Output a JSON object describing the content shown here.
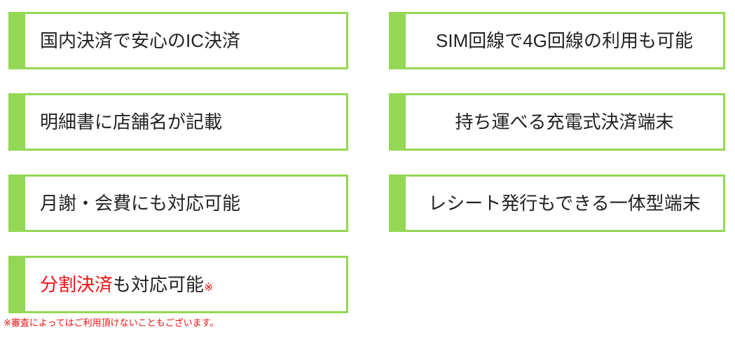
{
  "colors": {
    "accent_green": "#93d755",
    "alert_red": "#ee1111",
    "text_dark": "#222222",
    "background": "#ffffff"
  },
  "features": {
    "left": [
      {
        "label": "国内決済で安心のIC決済"
      },
      {
        "label": "明細書に店舗名が記載"
      },
      {
        "label": "月謝・会費にも対応可能"
      },
      {
        "label_highlight": "分割決済",
        "label_rest": "も対応可能",
        "note_mark": "※"
      }
    ],
    "right": [
      {
        "label": "SIM回線で4G回線の利用も可能"
      },
      {
        "label": "持ち運べる充電式決済端末"
      },
      {
        "label": "レシート発行もできる一体型端末"
      }
    ]
  },
  "footnote": {
    "text": "※審査によってはご利用頂けないこともございます。"
  }
}
